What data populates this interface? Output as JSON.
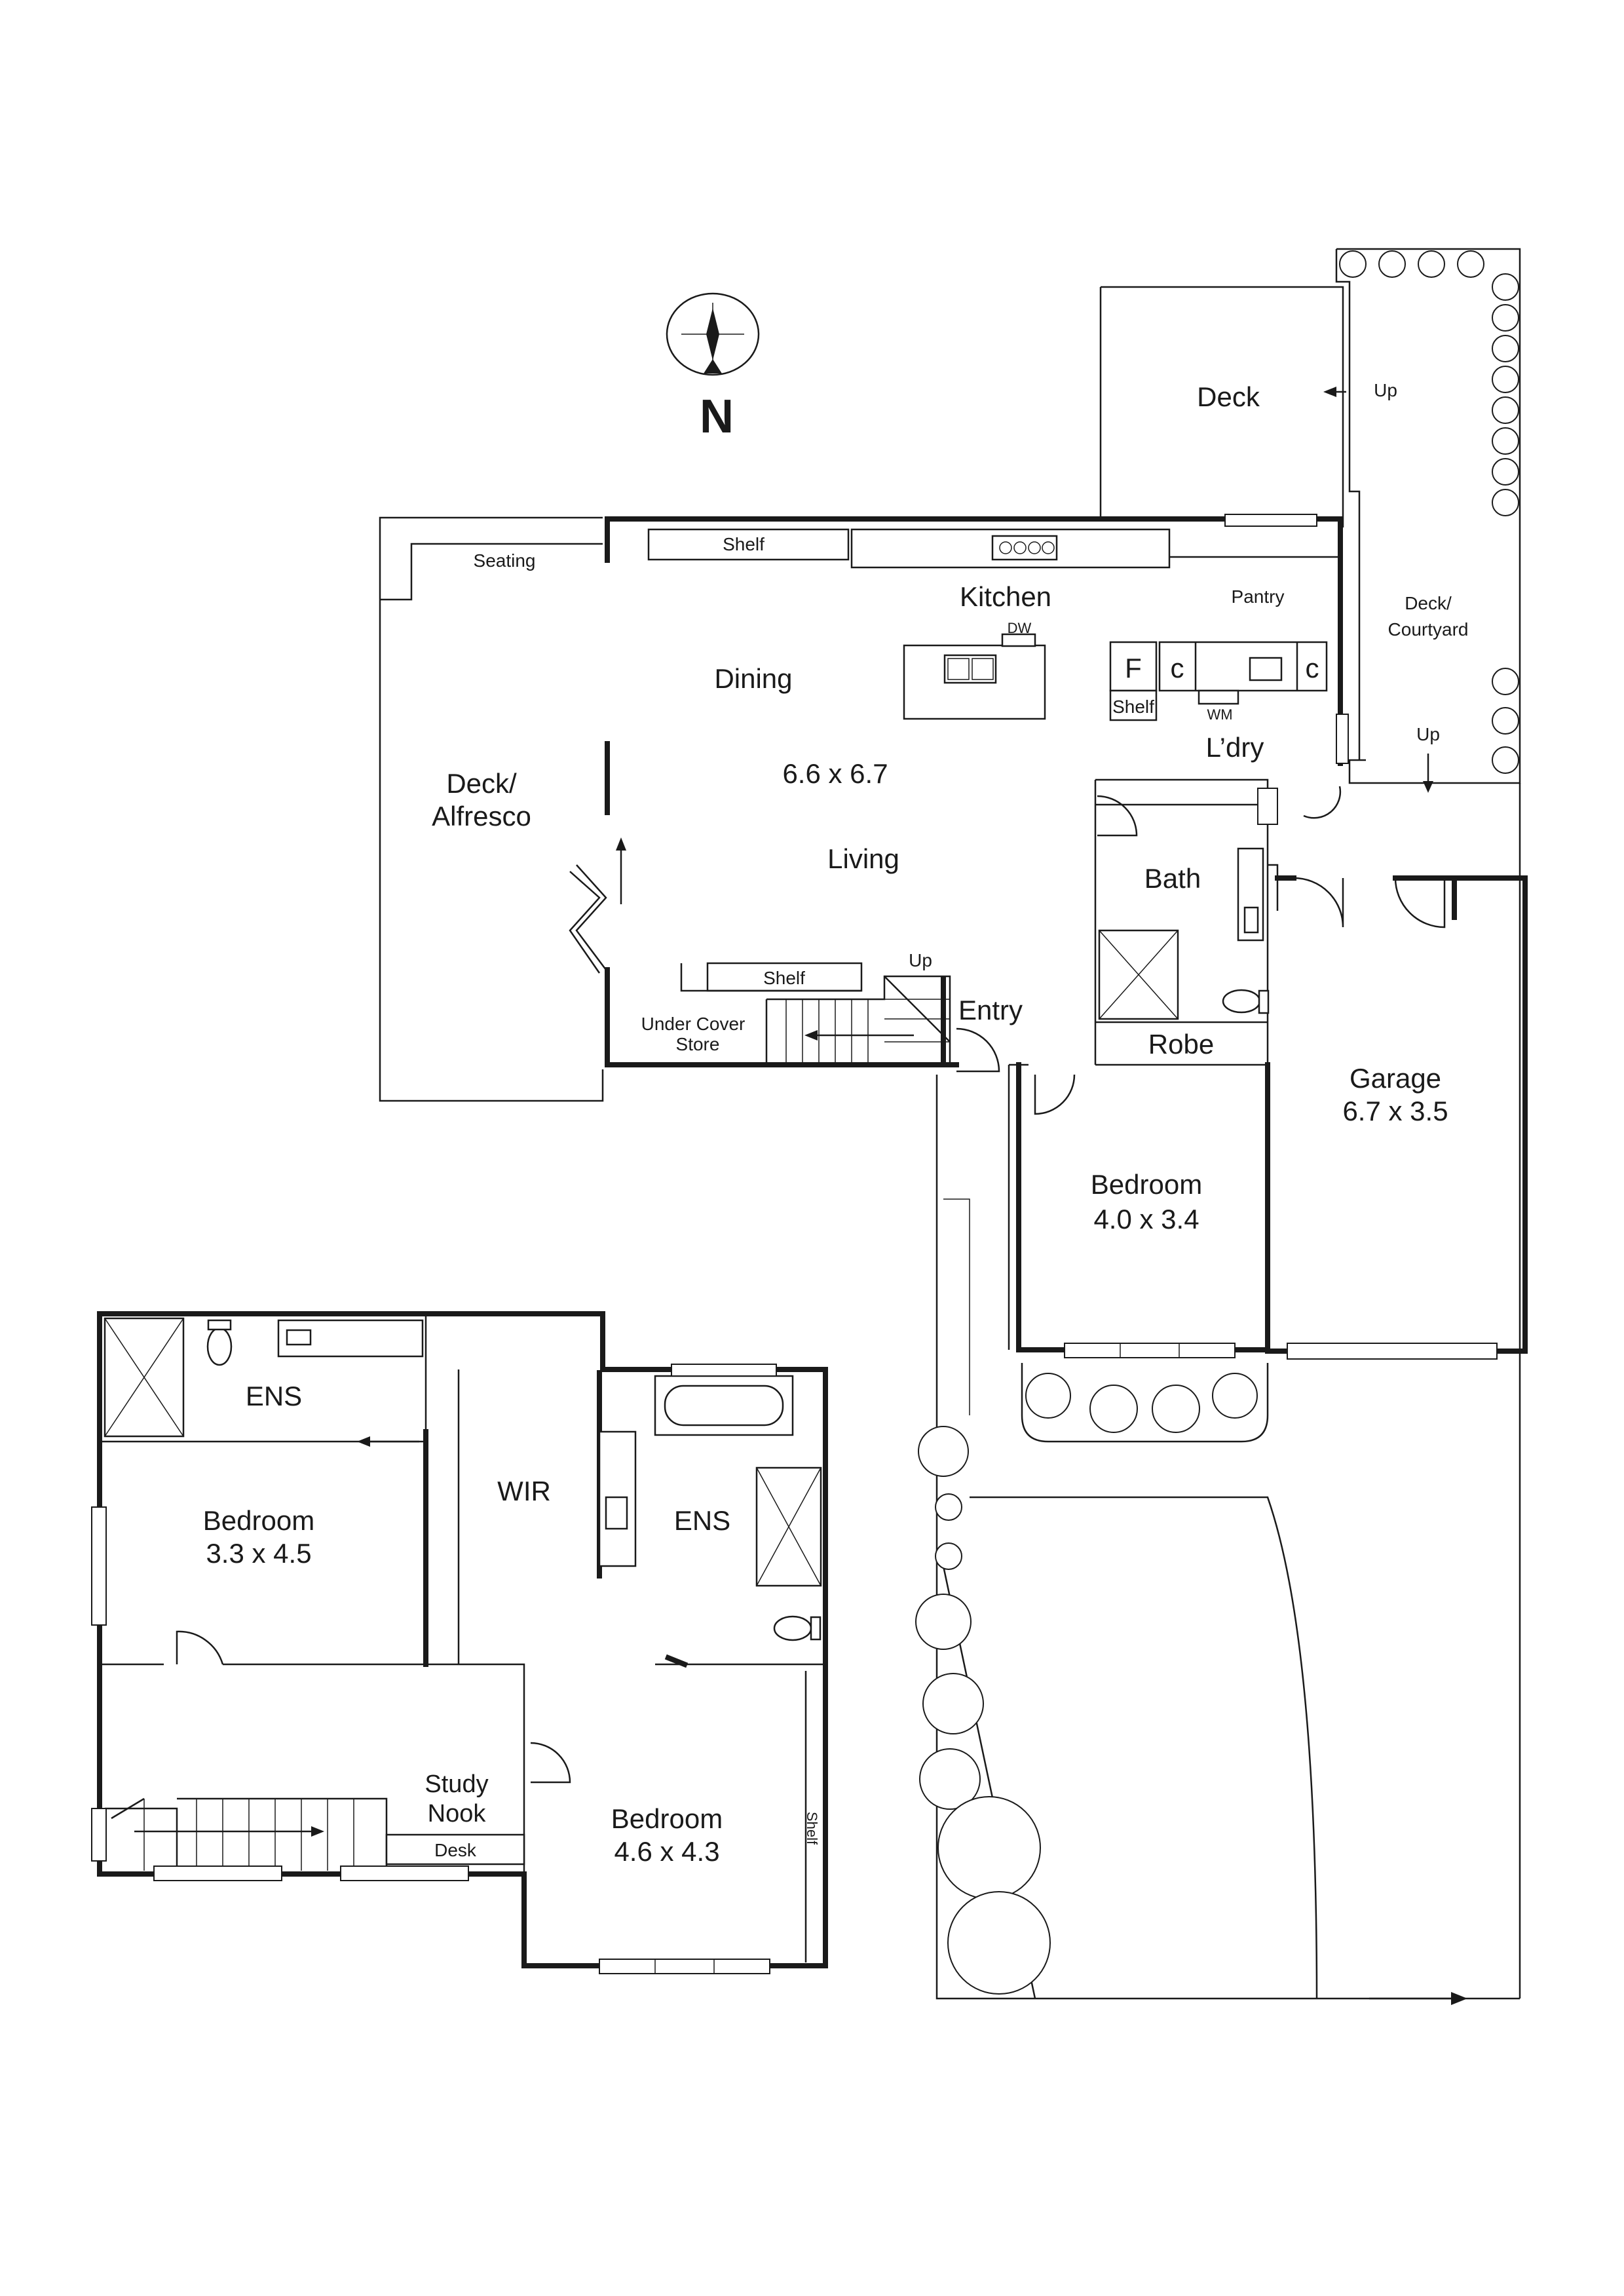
{
  "north": {
    "label": "N"
  },
  "ground_floor": {
    "deck": "Deck",
    "deck_courtyard": [
      "Deck/",
      "Courtyard"
    ],
    "deck_alfresco": [
      "Deck/",
      "Alfresco"
    ],
    "seating": "Seating",
    "kitchen": "Kitchen",
    "pantry": "Pantry",
    "dining": "Dining",
    "living": "Living",
    "living_dims": "6.6 x 6.7",
    "laundry": "L’dry",
    "bath": "Bath",
    "robe": "Robe",
    "entry": "Entry",
    "bedroom": "Bedroom",
    "bedroom_dims": "4.0 x 3.4",
    "garage": "Garage",
    "garage_dims": "6.7 x 3.5",
    "under_cover_store": [
      "Under Cover",
      "Store"
    ],
    "shelf_kitchen": "Shelf",
    "shelf_living": "Shelf",
    "shelf_laundry": "Shelf",
    "fridge": "F",
    "cupboard_left": "c",
    "cupboard_right": "c",
    "washing_machine": "WM",
    "dishwasher": "DW",
    "up_stairs": "Up",
    "up_deck": "Up",
    "up_courtyard": "Up"
  },
  "upper_floor": {
    "ens_left": "ENS",
    "bedroom_left": "Bedroom",
    "bedroom_left_dims": "3.3 x 4.5",
    "wir": "WIR",
    "ens_right": "ENS",
    "study_nook": [
      "Study",
      "Nook"
    ],
    "desk": "Desk",
    "bedroom_main": "Bedroom",
    "bedroom_main_dims": "4.6 x 4.3",
    "shelf": "Shelf"
  }
}
